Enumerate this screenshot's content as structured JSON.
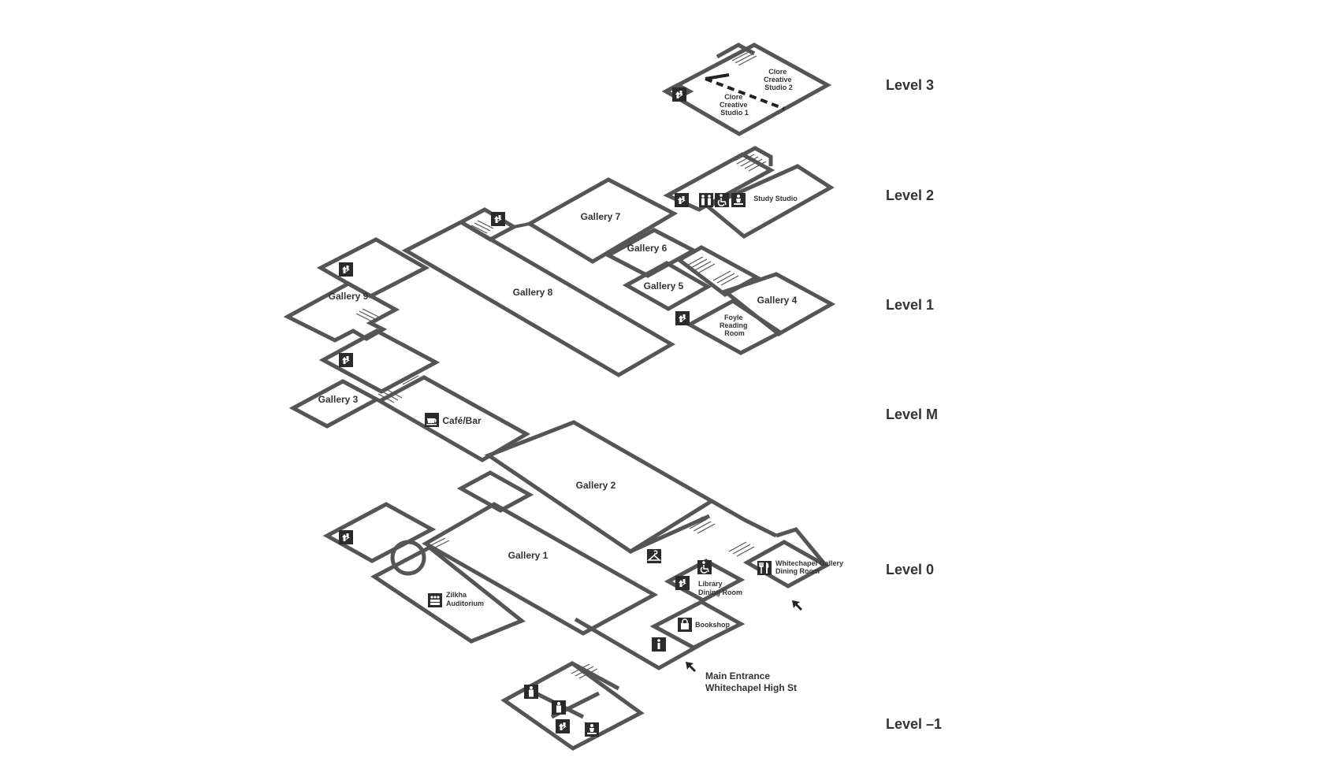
{
  "colors": {
    "level3": "#f8d8b4",
    "level2": "#fbf6cd",
    "level1": "#e4e4d3",
    "levelM": "#f6c9d6",
    "level0": "#a7dae6",
    "wall": "#555555",
    "icon": "#2b2b2b"
  },
  "levels": {
    "l3": "Level 3",
    "l2": "Level 2",
    "l1": "Level 1",
    "lm": "Level M",
    "l0": "Level 0",
    "lminus1": "Level –1"
  },
  "rooms": {
    "clore2": [
      "Clore",
      "Creative",
      "Studio 2"
    ],
    "clore1": [
      "Clore",
      "Creative",
      "Studio 1"
    ],
    "study_studio": "Study Studio",
    "gallery7": "Gallery 7",
    "gallery6": "Gallery 6",
    "gallery5": "Gallery 5",
    "gallery4": "Gallery 4",
    "gallery8": "Gallery 8",
    "gallery9": "Gallery 9",
    "foyle": [
      "Foyle",
      "Reading",
      "Room"
    ],
    "gallery3": "Gallery 3",
    "cafe_bar": "Café/Bar",
    "gallery2": "Gallery 2",
    "gallery1": "Gallery 1",
    "zilkha": [
      "Zilkha",
      "Auditorium"
    ],
    "whitechapel_dining": [
      "Whitechapel Gallery",
      "Dining Room"
    ],
    "library_dining": [
      "Library",
      "Dining Room"
    ],
    "bookshop": "Bookshop"
  },
  "entrance": {
    "line1": "Main Entrance",
    "line2": "Whitechapel High St"
  },
  "icons": [
    "lift-icon",
    "toilets-icon",
    "accessible-toilet-icon",
    "baby-change-icon",
    "cafe-icon",
    "cloakroom-icon",
    "restaurant-icon",
    "shop-icon",
    "info-icon",
    "auditorium-icon",
    "entrance-arrow-icon"
  ]
}
